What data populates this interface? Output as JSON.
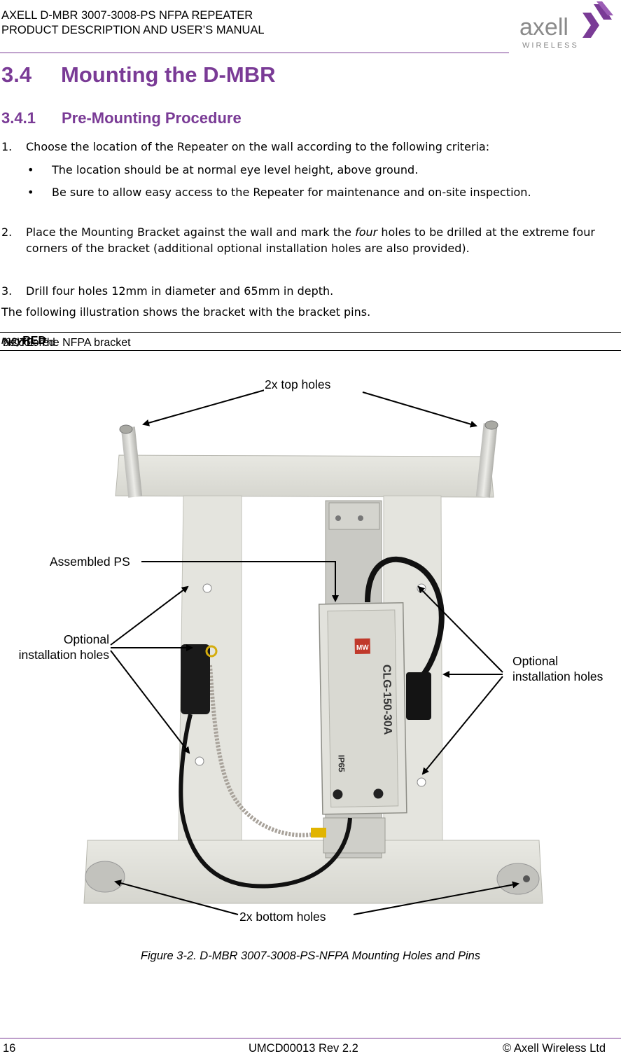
{
  "header": {
    "line1": "AXELL D-MBR 3007-3008-PS NFPA REPEATER",
    "line2": "PRODUCT DESCRIPTION AND USER’S MANUAL",
    "logo_text": "axell",
    "logo_sub": "WIRELESS",
    "accent": "#7a3b96"
  },
  "section": {
    "number": "3.4",
    "title": "Mounting the D-MBR"
  },
  "subsection": {
    "number": "3.4.1",
    "title": "Pre-Mounting Procedure"
  },
  "steps": [
    {
      "n": "1.",
      "text": "Choose the location of the Repeater on the wall according to the following criteria:"
    },
    {
      "n": "2.",
      "text_before": "Place the Mounting Bracket against the wall and mark the ",
      "text_em": "four",
      "text_after": " holes to be drilled at the extreme four corners of the bracket (additional optional installation holes are also provided)."
    },
    {
      "n": "3.",
      "text": "Drill four holes 12mm in diameter and 65mm in depth."
    }
  ],
  "bullets": [
    "The location should be at normal eye level height, above ground.",
    "Be sure to allow easy access to the Repeater for maintenance and on-site inspection."
  ],
  "intro": "The following illustration shows the bracket with the bracket pins.",
  "note": {
    "prefix": "NOTE: The NFPA bracket ",
    "em": "may",
    "middle": " be colored ",
    "strong": "RED",
    "suffix": "."
  },
  "figure": {
    "callouts": {
      "top_holes": "2x top holes",
      "assembled_ps": "Assembled PS",
      "optional_left_1": "Optional",
      "optional_left_2": "installation holes",
      "optional_right_1": "Optional",
      "optional_right_2": "installation holes",
      "bottom_holes": "2x bottom holes"
    },
    "psu_model": "CLG-150-30A",
    "psu_brand": "MW",
    "psu_rating": "IP65",
    "caption": "Figure 3-2. D-MBR 3007-3008-PS-NFPA Mounting Holes and Pins"
  },
  "footer": {
    "page": "16",
    "doc": "UMCD00013 Rev 2.2",
    "copyright": "© Axell Wireless Ltd"
  }
}
